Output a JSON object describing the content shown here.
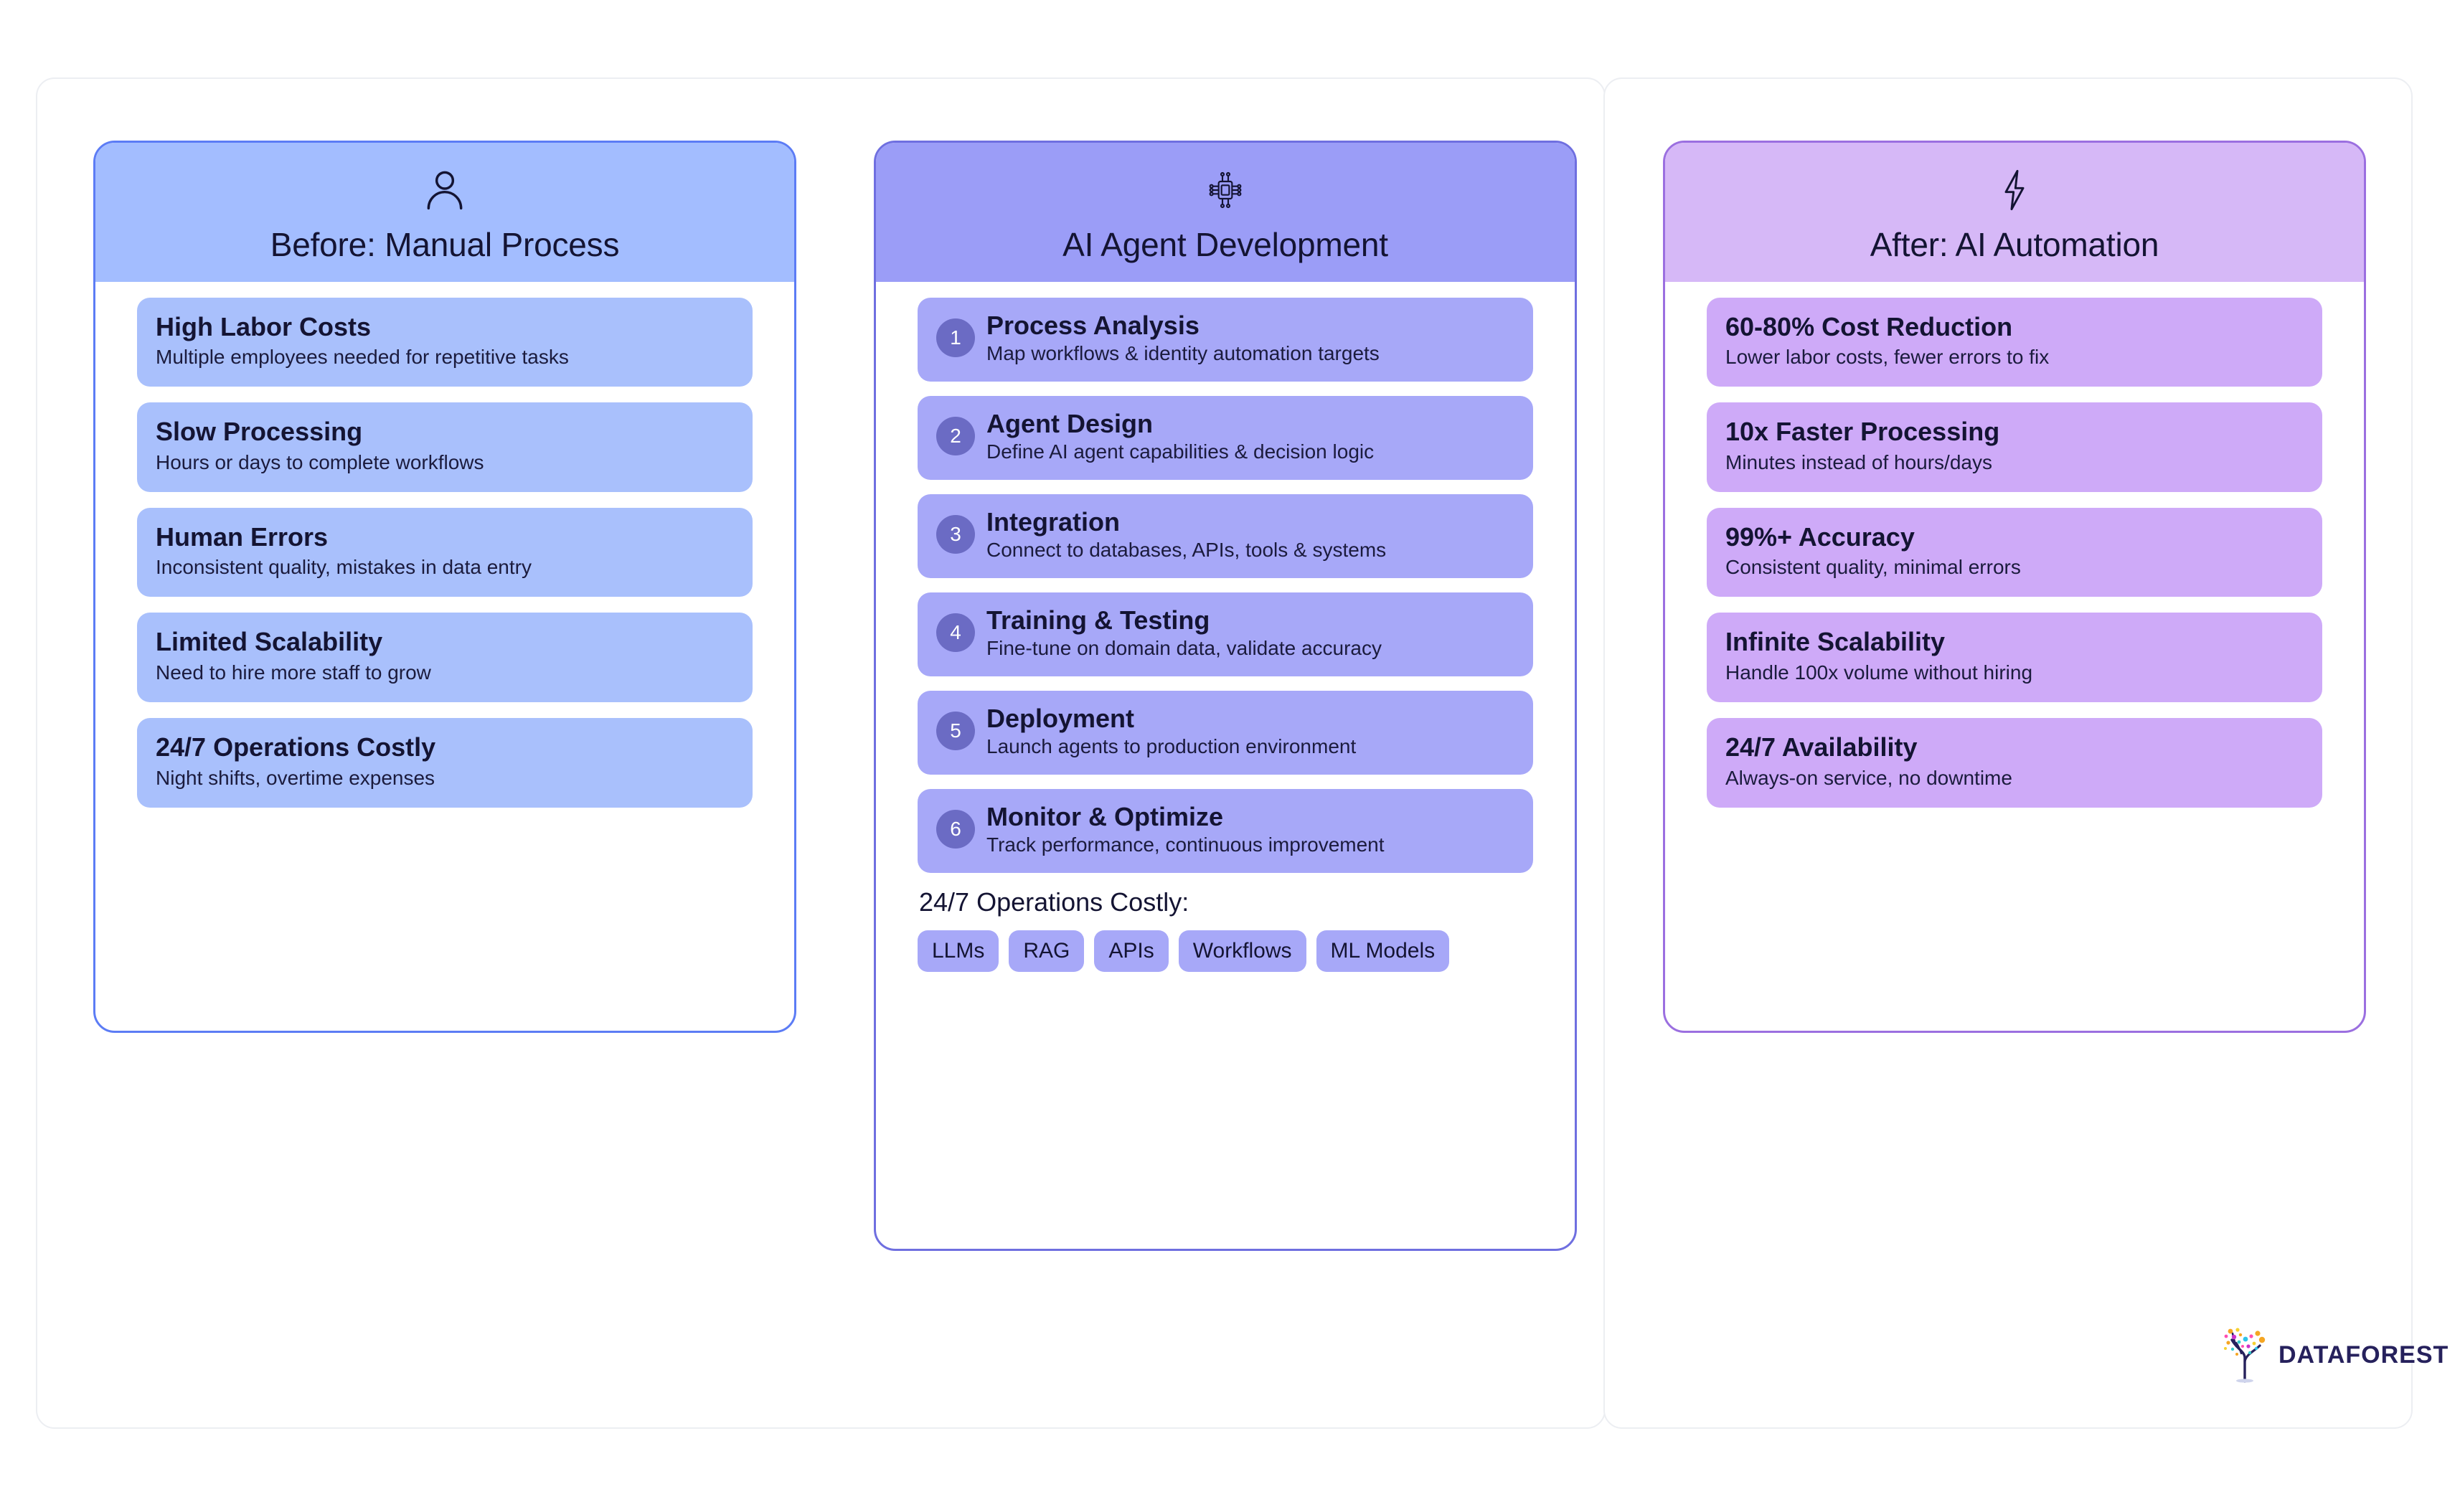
{
  "columns": {
    "before": {
      "icon": "user-icon",
      "title": "Before: Manual Process",
      "header_color": "#a3bdff",
      "card_color": "#a9c0fc",
      "border_color": "#5c7cf5",
      "items": [
        {
          "title": "High Labor Costs",
          "sub": "Multiple employees needed for repetitive tasks"
        },
        {
          "title": "Slow Processing",
          "sub": "Hours or days to complete workflows"
        },
        {
          "title": "Human Errors",
          "sub": "Inconsistent quality, mistakes in data entry"
        },
        {
          "title": "Limited Scalability",
          "sub": "Need to hire more staff to grow"
        },
        {
          "title": "24/7 Operations Costly",
          "sub": "Night shifts, overtime expenses"
        }
      ]
    },
    "development": {
      "icon": "cpu-chip-icon",
      "title": "AI Agent Development",
      "header_color": "#9b9df7",
      "card_color": "#a7a8f8",
      "border_color": "#6f6fe0",
      "badge_color": "#6b6bc4",
      "steps": [
        {
          "number": "1",
          "title": "Process Analysis",
          "sub": "Map workflows & identity automation targets"
        },
        {
          "number": "2",
          "title": "Agent Design",
          "sub": "Define AI agent capabilities & decision logic"
        },
        {
          "number": "3",
          "title": "Integration",
          "sub": "Connect to databases, APIs, tools & systems"
        },
        {
          "number": "4",
          "title": "Training & Testing",
          "sub": "Fine-tune on domain data, validate accuracy"
        },
        {
          "number": "5",
          "title": "Deployment",
          "sub": "Launch agents to production environment"
        },
        {
          "number": "6",
          "title": "Monitor & Optimize",
          "sub": "Track performance, continuous improvement"
        }
      ],
      "stack_title": "24/7 Operations Costly:",
      "tags": [
        "LLMs",
        "RAG",
        "APIs",
        "Workflows",
        "ML Models"
      ]
    },
    "after": {
      "icon": "lightning-bolt-icon",
      "title": "After: AI Automation",
      "header_color": "#d6b8f7",
      "card_color": "#ceaaf8",
      "border_color": "#9b6fe0",
      "items": [
        {
          "title": "60-80% Cost Reduction",
          "sub": "Lower labor costs, fewer errors to fix"
        },
        {
          "title": "10x Faster Processing",
          "sub": "Minutes instead of hours/days"
        },
        {
          "title": "99%+ Accuracy",
          "sub": "Consistent quality, minimal errors"
        },
        {
          "title": "Infinite Scalability",
          "sub": "Handle 100x volume without hiring"
        },
        {
          "title": "24/7 Availability",
          "sub": "Always-on service, no downtime"
        }
      ]
    }
  },
  "logo": {
    "word": "DATAFOREST",
    "icon": "dataforest-tree-icon",
    "word_color": "#26215c"
  }
}
